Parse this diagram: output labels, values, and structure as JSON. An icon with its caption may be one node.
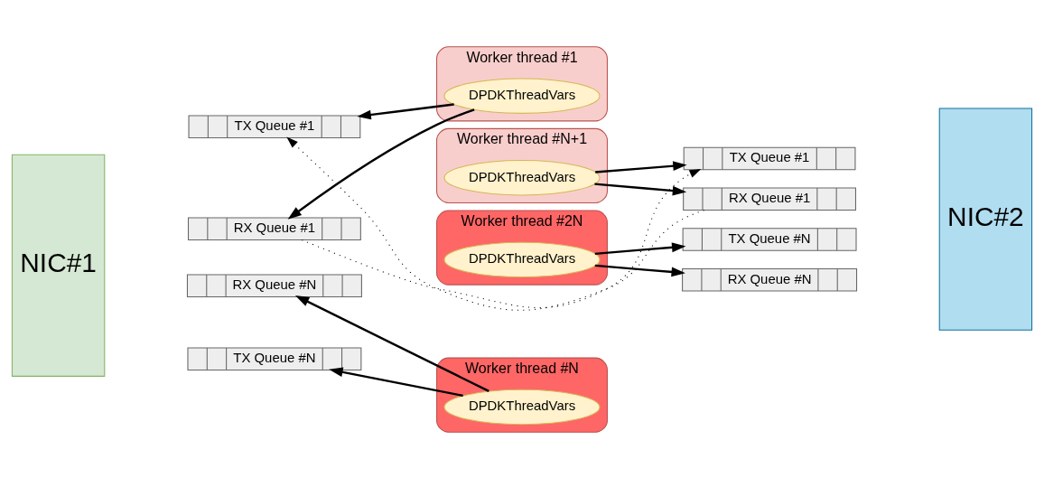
{
  "diagram": {
    "nodes": [
      {
        "text": [
          "NIC#1"
        ]
      },
      {
        "text": [
          "RX Queue #1"
        ]
      },
      {
        "text": [
          "TX Queue #1"
        ]
      },
      {
        "text": [
          "RX Queue #N"
        ]
      },
      {
        "text": [
          "TX Queue #N"
        ]
      },
      {
        "text": [
          "Worker thread #1"
        ]
      },
      {
        "text": [
          "DPDKThreadVars"
        ],
        "in": 5
      },
      {
        "text": [
          "Worker thread #N"
        ]
      },
      {
        "text": [
          "DPDKThreadVars"
        ],
        "in": 7
      },
      {
        "text": [
          "Worker thread #N+1"
        ]
      },
      {
        "text": [
          "DPDKThreadVars"
        ],
        "in": 9
      },
      {
        "text": [
          "Worker thread #2N"
        ]
      },
      {
        "text": [
          "DPDKThreadVars"
        ],
        "in": 11
      },
      {
        "text": [
          "NIC#2"
        ]
      },
      {
        "text": [
          "TX Queue #1"
        ]
      },
      {
        "text": [
          "RX Queue #1"
        ]
      },
      {
        "text": [
          "TX Queue #N"
        ]
      },
      {
        "text": [
          "RX Queue #N"
        ]
      }
    ],
    "edges": [
      {
        "from": 6,
        "to": 1,
        "arrow": "to"
      },
      {
        "from": 6,
        "to": 2,
        "arrow": "to"
      },
      {
        "from": 8,
        "to": 3,
        "arrow": "to"
      },
      {
        "from": 8,
        "to": 4,
        "arrow": "to"
      },
      {
        "from": 10,
        "to": 14,
        "arrow": "to"
      },
      {
        "from": 10,
        "to": 15,
        "arrow": "to"
      },
      {
        "from": 12,
        "to": 16,
        "arrow": "to"
      },
      {
        "from": 12,
        "to": 17,
        "arrow": "to"
      },
      {
        "from": 1,
        "to": 14,
        "arrow": "to",
        "style": "dashed"
      },
      {
        "from": 15,
        "to": 2,
        "arrow": "to",
        "style": "dashed"
      }
    ]
  }
}
